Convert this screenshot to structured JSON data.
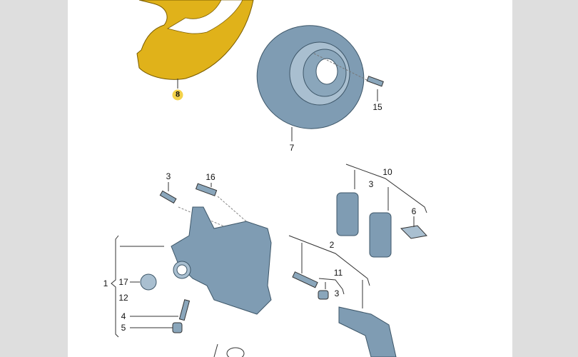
{
  "diagram": {
    "colors": {
      "part_blue": "#7f9cb3",
      "shield_yellow": "#e0b21a",
      "highlight": "#f3d24a",
      "background": "#dedede"
    },
    "callouts": [
      {
        "id": "c8",
        "text": "8",
        "highlighted": true
      },
      {
        "id": "c7",
        "text": "7"
      },
      {
        "id": "c15",
        "text": "15"
      },
      {
        "id": "c3a",
        "text": "3"
      },
      {
        "id": "c16",
        "text": "16"
      },
      {
        "id": "c10",
        "text": "10"
      },
      {
        "id": "c3b",
        "text": "3"
      },
      {
        "id": "c6",
        "text": "6"
      },
      {
        "id": "c2",
        "text": "2"
      },
      {
        "id": "c11",
        "text": "11"
      },
      {
        "id": "c3c",
        "text": "3"
      },
      {
        "id": "c1",
        "text": "1"
      },
      {
        "id": "c17",
        "text": "17"
      },
      {
        "id": "c12",
        "text": "12"
      },
      {
        "id": "c4",
        "text": "4"
      },
      {
        "id": "c5",
        "text": "5"
      }
    ]
  }
}
